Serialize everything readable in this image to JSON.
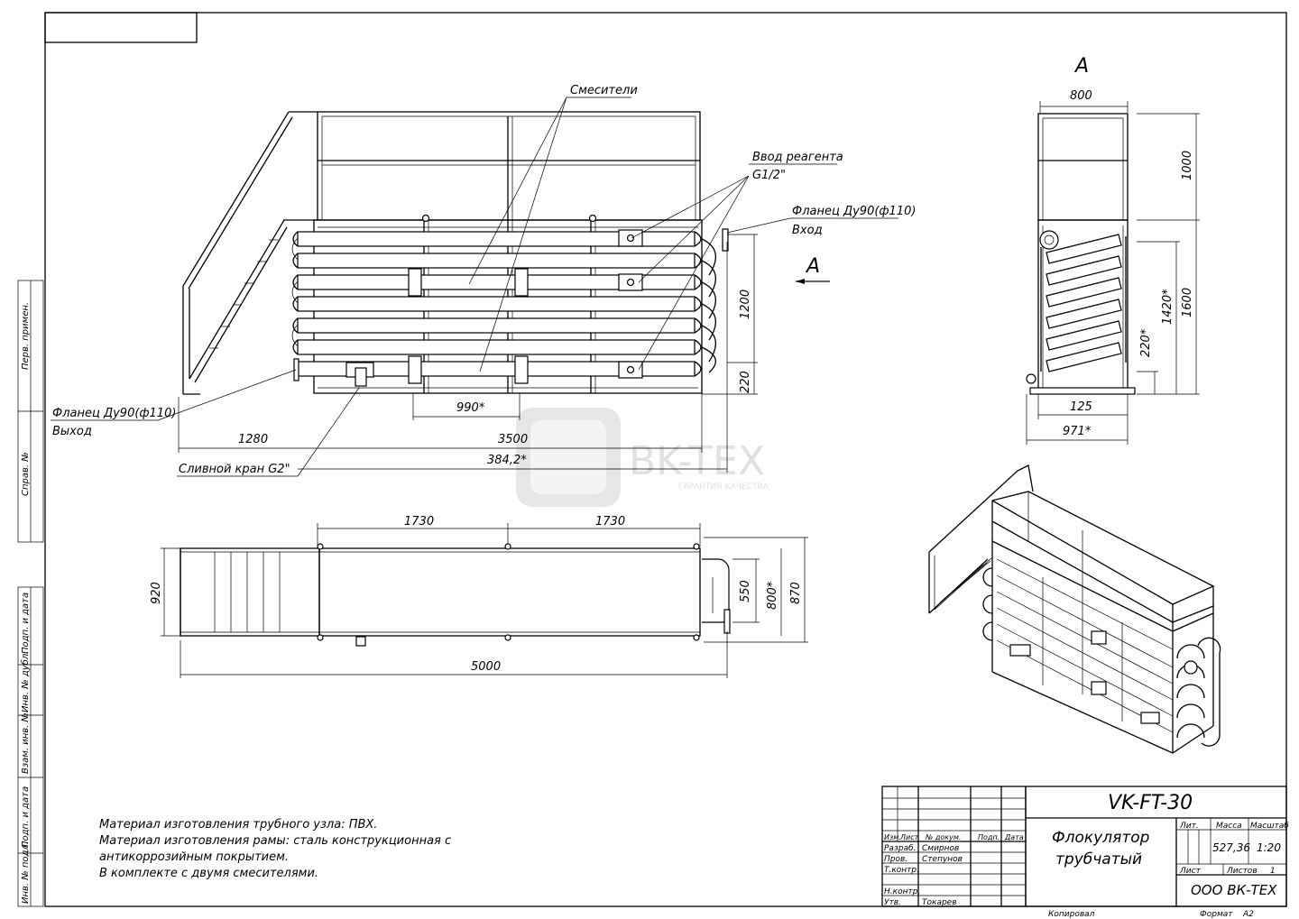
{
  "annotations": {
    "mixers": "Смесители",
    "reagent_inlet": "Ввод реагента",
    "reagent_thread": "G1/2\"",
    "flange_in": "Фланец Ду90(ф110)",
    "inlet": "Вход",
    "flange_out": "Фланец Ду90(ф110)",
    "outlet": "Выход",
    "drain_valve": "Сливной кран G2\"",
    "view_arrow": "A",
    "view_title": "A"
  },
  "dimensions": {
    "front": {
      "d1280": "1280",
      "d3500": "3500",
      "d3842": "384,2*",
      "d990": "990*",
      "d1200": "1200",
      "d220": "220"
    },
    "side": {
      "d800": "800",
      "d1000": "1000",
      "d1600": "1600",
      "d1420": "1420*",
      "d220": "220*",
      "d125": "125",
      "d971": "971*"
    },
    "top": {
      "d1730a": "1730",
      "d1730b": "1730",
      "d5000": "5000",
      "d920": "920",
      "d550": "550",
      "d800": "800*",
      "d870": "870"
    }
  },
  "notes": [
    "Материал изготовления трубного узла: ПВХ.",
    "Материал изготовления рамы: сталь конструкционная с",
    "антикоррозийным покрытием.",
    "В комплекте с двумя смесителями."
  ],
  "left_strip": [
    "Перв. примен.",
    "Справ. №",
    "Подп. и дата",
    "Инв. № дубл.",
    "Взам. инв. №",
    "Подп. и дата",
    "Инв. № подл."
  ],
  "title_block": {
    "designation": "VK-FT-30",
    "name_line1": "Флокулятор",
    "name_line2": "трубчатый",
    "col_headers": [
      "Изм.",
      "Лист",
      "№ докум.",
      "Подп.",
      "Дата"
    ],
    "rows": [
      {
        "role": "Разраб.",
        "name": "Смирнов"
      },
      {
        "role": "Пров.",
        "name": "Степунов"
      },
      {
        "role": "Т.контр.",
        "name": ""
      },
      {
        "role": "Н.контр.",
        "name": ""
      },
      {
        "role": "Утв.",
        "name": "Токарев"
      }
    ],
    "lit_label": "Лит.",
    "mass_label": "Масса",
    "scale_label": "Масштаб",
    "mass": "527,36",
    "scale": "1:20",
    "sheet_label": "Лист",
    "sheets_label": "Листов",
    "sheets_value": "1",
    "company": "ООО ВК-ТЕХ",
    "copied": "Копировал",
    "format_label": "Формат",
    "format": "А2"
  },
  "watermark": {
    "brand": "BK-TEX",
    "tagline": "ГАРАНТИЯ КАЧЕСТВА"
  }
}
